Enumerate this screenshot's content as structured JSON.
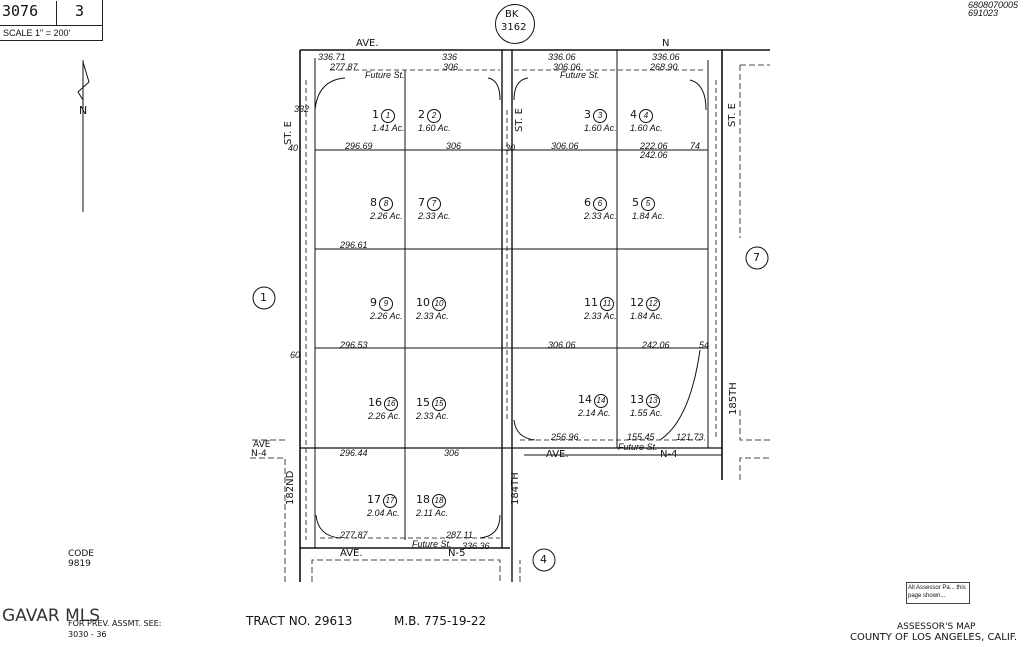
{
  "header": {
    "book": "3076",
    "page": "3",
    "scale": "SCALE 1\" = 200'",
    "bk_label": "BK",
    "bk_number": "3162",
    "ref_top": "6808070005",
    "ref_bottom": "691023"
  },
  "adjacent_pages": [
    "1",
    "7",
    "4"
  ],
  "streets": {
    "top": [
      "AVE.",
      "N"
    ],
    "left": "ST. E",
    "middle": "ST. E",
    "right": "ST. E",
    "ave_n4_left": [
      "AVE",
      "N-4"
    ],
    "ave_n4_mid": "AVE.",
    "n4_right": "N-4",
    "n5_ave": "AVE.",
    "n5": "N-5",
    "col_182": "182ND",
    "col_184": "184TH",
    "col_185": "185TH",
    "future_st": "Future St."
  },
  "parcels": [
    {
      "id": "1",
      "area": "1.41 Ac."
    },
    {
      "id": "2",
      "area": "1.60 Ac."
    },
    {
      "id": "3",
      "area": "1.60 Ac."
    },
    {
      "id": "4",
      "area": "1.60 Ac."
    },
    {
      "id": "5",
      "area": "1.84 Ac."
    },
    {
      "id": "6",
      "area": "2.33 Ac."
    },
    {
      "id": "7",
      "area": "2.33 Ac."
    },
    {
      "id": "8",
      "area": "2.26 Ac."
    },
    {
      "id": "9",
      "area": "2.26 Ac."
    },
    {
      "id": "10",
      "area": "2.33 Ac."
    },
    {
      "id": "11",
      "area": "2.33 Ac."
    },
    {
      "id": "12",
      "area": "1.84 Ac."
    },
    {
      "id": "13",
      "area": "1.55 Ac."
    },
    {
      "id": "14",
      "area": "2.14 Ac."
    },
    {
      "id": "15",
      "area": "2.33 Ac."
    },
    {
      "id": "16",
      "area": "2.26 Ac."
    },
    {
      "id": "17",
      "area": "2.04 Ac."
    },
    {
      "id": "18",
      "area": "2.11 Ac."
    }
  ],
  "dimensions": {
    "top_row": [
      "336.71",
      "336",
      "336.06",
      "336.06"
    ],
    "future_row": [
      "277.87",
      "306",
      "306.06",
      "268.90"
    ],
    "row1": [
      "296.69",
      "306",
      "306.06",
      "222.06"
    ],
    "row1b": "242.06",
    "row2": "296.61",
    "row3": [
      "296.53",
      "306.06",
      "242.06"
    ],
    "row4": [
      "296.44",
      "306",
      "256.96",
      "155.45",
      "121.73"
    ],
    "bottom": [
      "277.87",
      "287.11",
      "336.36"
    ],
    "side": [
      "332",
      "30",
      "40",
      "54",
      "60",
      "74"
    ]
  },
  "footer": {
    "code_label": "CODE",
    "code_value": "9819",
    "watermark": "GAVAR MLS",
    "prev_assmt": "FOR PREV. ASSMT. SEE:",
    "prev_ref": "3030 - 36",
    "tract": "TRACT  NO.  29613",
    "mb": "M.B.  775-19-22",
    "assessor": "ASSESSOR'S MAP",
    "county": "COUNTY OF LOS ANGELES, CALIF.",
    "stamp": "All Assessor Pa... this page shown..."
  }
}
